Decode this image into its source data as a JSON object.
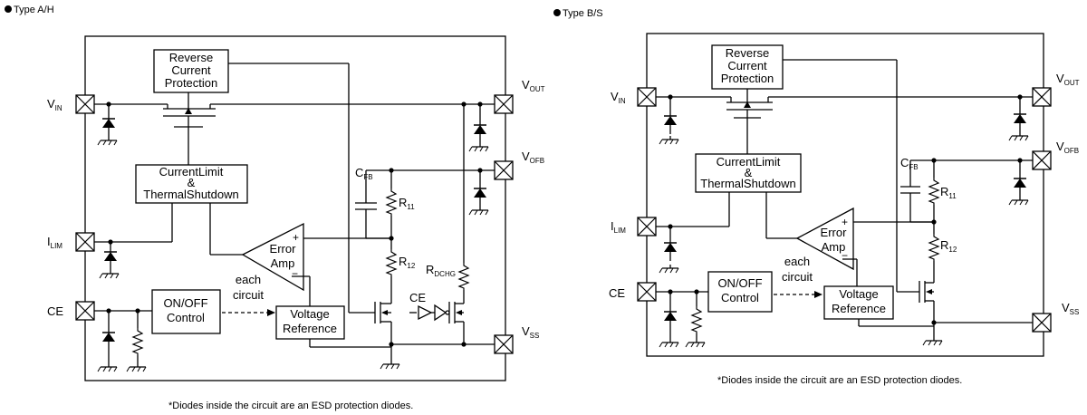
{
  "diagrams": [
    {
      "header": "Type A/H",
      "blocks": {
        "reverse": [
          "Reverse",
          "Current",
          "Protection"
        ],
        "current_limit": [
          "CurrentLimit",
          "&",
          "ThermalShutdown"
        ],
        "error_amp": [
          "Error",
          "Amp"
        ],
        "on_off": [
          "ON/OFF",
          "Control"
        ],
        "vref": [
          "Voltage",
          "Reference"
        ],
        "each_circuit": [
          "each",
          "circuit"
        ]
      },
      "pins": {
        "vin": {
          "main": "V",
          "sub": "IN"
        },
        "vout": {
          "main": "V",
          "sub": "OUT"
        },
        "vofb": {
          "main": "V",
          "sub": "OFB"
        },
        "ilim": {
          "main": "I",
          "sub": "LIM"
        },
        "ce": "CE",
        "vss": {
          "main": "V",
          "sub": "SS"
        }
      },
      "components": {
        "cfb": {
          "main": "C",
          "sub": "FB"
        },
        "r11": {
          "main": "R",
          "sub": "11"
        },
        "r12": {
          "main": "R",
          "sub": "12"
        },
        "rdchg": {
          "main": "R",
          "sub": "DCHG"
        },
        "ce_label": "CE"
      },
      "opamp_plus": "+",
      "opamp_minus": "−",
      "note": "*Diodes inside the circuit are an ESD protection diodes."
    },
    {
      "header": "Type B/S",
      "blocks": {
        "reverse": [
          "Reverse",
          "Current",
          "Protection"
        ],
        "current_limit": [
          "CurrentLimit",
          "&",
          "ThermalShutdown"
        ],
        "error_amp": [
          "Error",
          "Amp"
        ],
        "on_off": [
          "ON/OFF",
          "Control"
        ],
        "vref": [
          "Voltage",
          "Reference"
        ],
        "each_circuit": [
          "each",
          "circuit"
        ]
      },
      "pins": {
        "vin": {
          "main": "V",
          "sub": "IN"
        },
        "vout": {
          "main": "V",
          "sub": "OUT"
        },
        "vofb": {
          "main": "V",
          "sub": "OFB"
        },
        "ilim": {
          "main": "I",
          "sub": "LIM"
        },
        "ce": "CE",
        "vss": {
          "main": "V",
          "sub": "SS"
        }
      },
      "components": {
        "cfb": {
          "main": "C",
          "sub": "FB"
        },
        "r11": {
          "main": "R",
          "sub": "11"
        },
        "r12": {
          "main": "R",
          "sub": "12"
        }
      },
      "opamp_plus": "+",
      "opamp_minus": "−",
      "note": "*Diodes inside the circuit are an ESD protection diodes."
    }
  ]
}
